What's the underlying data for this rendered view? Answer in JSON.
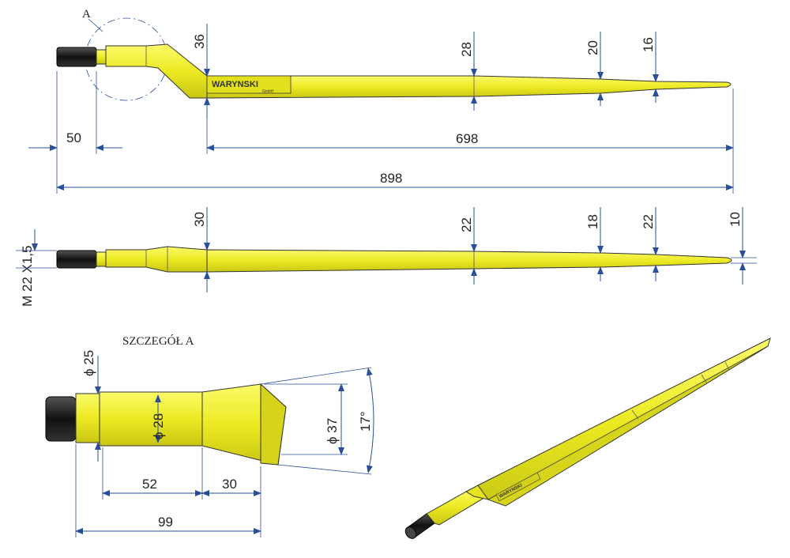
{
  "top_view": {
    "detail_marker": "A",
    "dims": {
      "d36": "36",
      "d28": "28",
      "d20": "20",
      "d16": "16",
      "l50": "50",
      "l698": "698",
      "l898": "898"
    },
    "brand": "WARYNSKI",
    "brand_sub": "GmbH"
  },
  "side_view": {
    "thread_label": "M 22 X1,5",
    "dims": {
      "d30": "30",
      "d22a": "22",
      "d18": "18",
      "d22b": "22",
      "d10": "10"
    }
  },
  "detail_view": {
    "title": "SZCZEGÓŁ A",
    "dims": {
      "dia25": "ϕ 25",
      "dia28": "ϕ 28",
      "dia37": "ϕ 37",
      "angle": "17°",
      "l52": "52",
      "l30": "30",
      "l99": "99"
    }
  },
  "iso_view": {
    "brand": "WARYNSKI"
  },
  "colors": {
    "tine_yellow": "#f0ee2a",
    "tine_shade": "#d9d81f",
    "thread_black": "#1e1e1e",
    "dim_line_blue": "#2a4f9a"
  }
}
